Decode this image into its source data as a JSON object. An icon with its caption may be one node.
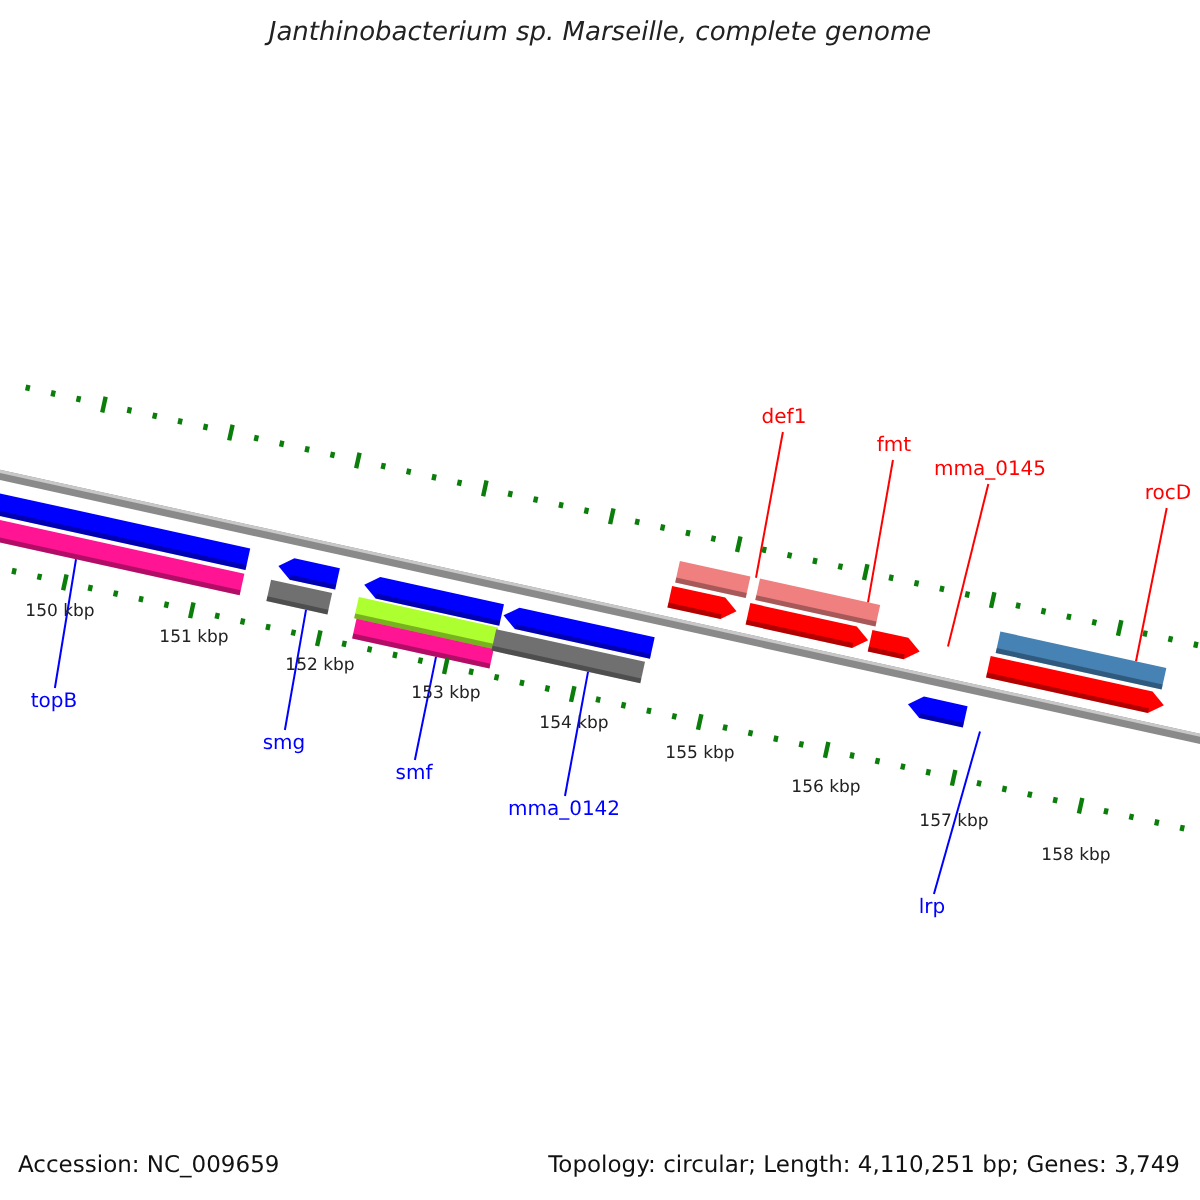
{
  "diagram": {
    "title": "Janthinobacterium sp. Marseille, complete genome",
    "nodes": [
      {
        "text": [
          "def1"
        ]
      },
      {
        "text": [
          "fmt"
        ]
      },
      {
        "text": [
          "mma_0145"
        ]
      },
      {
        "text": [
          "rocD"
        ]
      },
      {
        "text": [
          "topB"
        ]
      },
      {
        "text": [
          "smg"
        ]
      },
      {
        "text": [
          "smf"
        ]
      },
      {
        "text": [
          "mma_0142"
        ]
      },
      {
        "text": [
          "lrp"
        ]
      },
      {
        "text": [],
        "shape": "bar"
      },
      {
        "text": [],
        "shape": "bar"
      },
      {
        "text": [],
        "shape": "bar"
      },
      {
        "text": [],
        "shape": "arrow"
      },
      {
        "text": [],
        "shape": "bar"
      },
      {
        "text": [],
        "shape": "bar"
      },
      {
        "text": [],
        "shape": "arrow"
      },
      {
        "text": [],
        "shape": "bar"
      },
      {
        "text": [],
        "shape": "arrow"
      },
      {
        "text": [],
        "shape": "arrow"
      },
      {
        "text": [],
        "shape": "bar"
      },
      {
        "text": [],
        "shape": "arrow"
      },
      {
        "text": [],
        "shape": "bar"
      },
      {
        "text": [],
        "shape": "arrow"
      },
      {
        "text": [],
        "shape": "arrow"
      },
      {
        "text": [],
        "shape": "arrow"
      },
      {
        "text": [],
        "shape": "bar"
      }
    ],
    "edges": [
      {
        "from": 0,
        "to": 19,
        "arrow": "none",
        "color": "#ff0000"
      },
      {
        "from": 1,
        "to": 21,
        "arrow": "none",
        "color": "#ff0000"
      },
      {
        "from": 2,
        "to": 22,
        "arrow": "none",
        "color": "#ff0000"
      },
      {
        "from": 3,
        "to": 25,
        "arrow": "none",
        "color": "#ff0000"
      },
      {
        "from": 4,
        "to": 10,
        "arrow": "none"
      },
      {
        "from": 5,
        "to": 11,
        "arrow": "none"
      },
      {
        "from": 6,
        "to": 13,
        "arrow": "none"
      },
      {
        "from": 7,
        "to": 16,
        "arrow": "none"
      },
      {
        "from": 8,
        "to": 23,
        "arrow": "none"
      }
    ],
    "labels": [
      "150 kbp",
      "151 kbp",
      "152 kbp",
      "153 kbp",
      "154 kbp",
      "155 kbp",
      "156 kbp",
      "157 kbp",
      "158 kbp",
      "Accession: NC_009659",
      "Topology: circular; Length: 4,110,251 bp; Genes: 3,749"
    ]
  }
}
